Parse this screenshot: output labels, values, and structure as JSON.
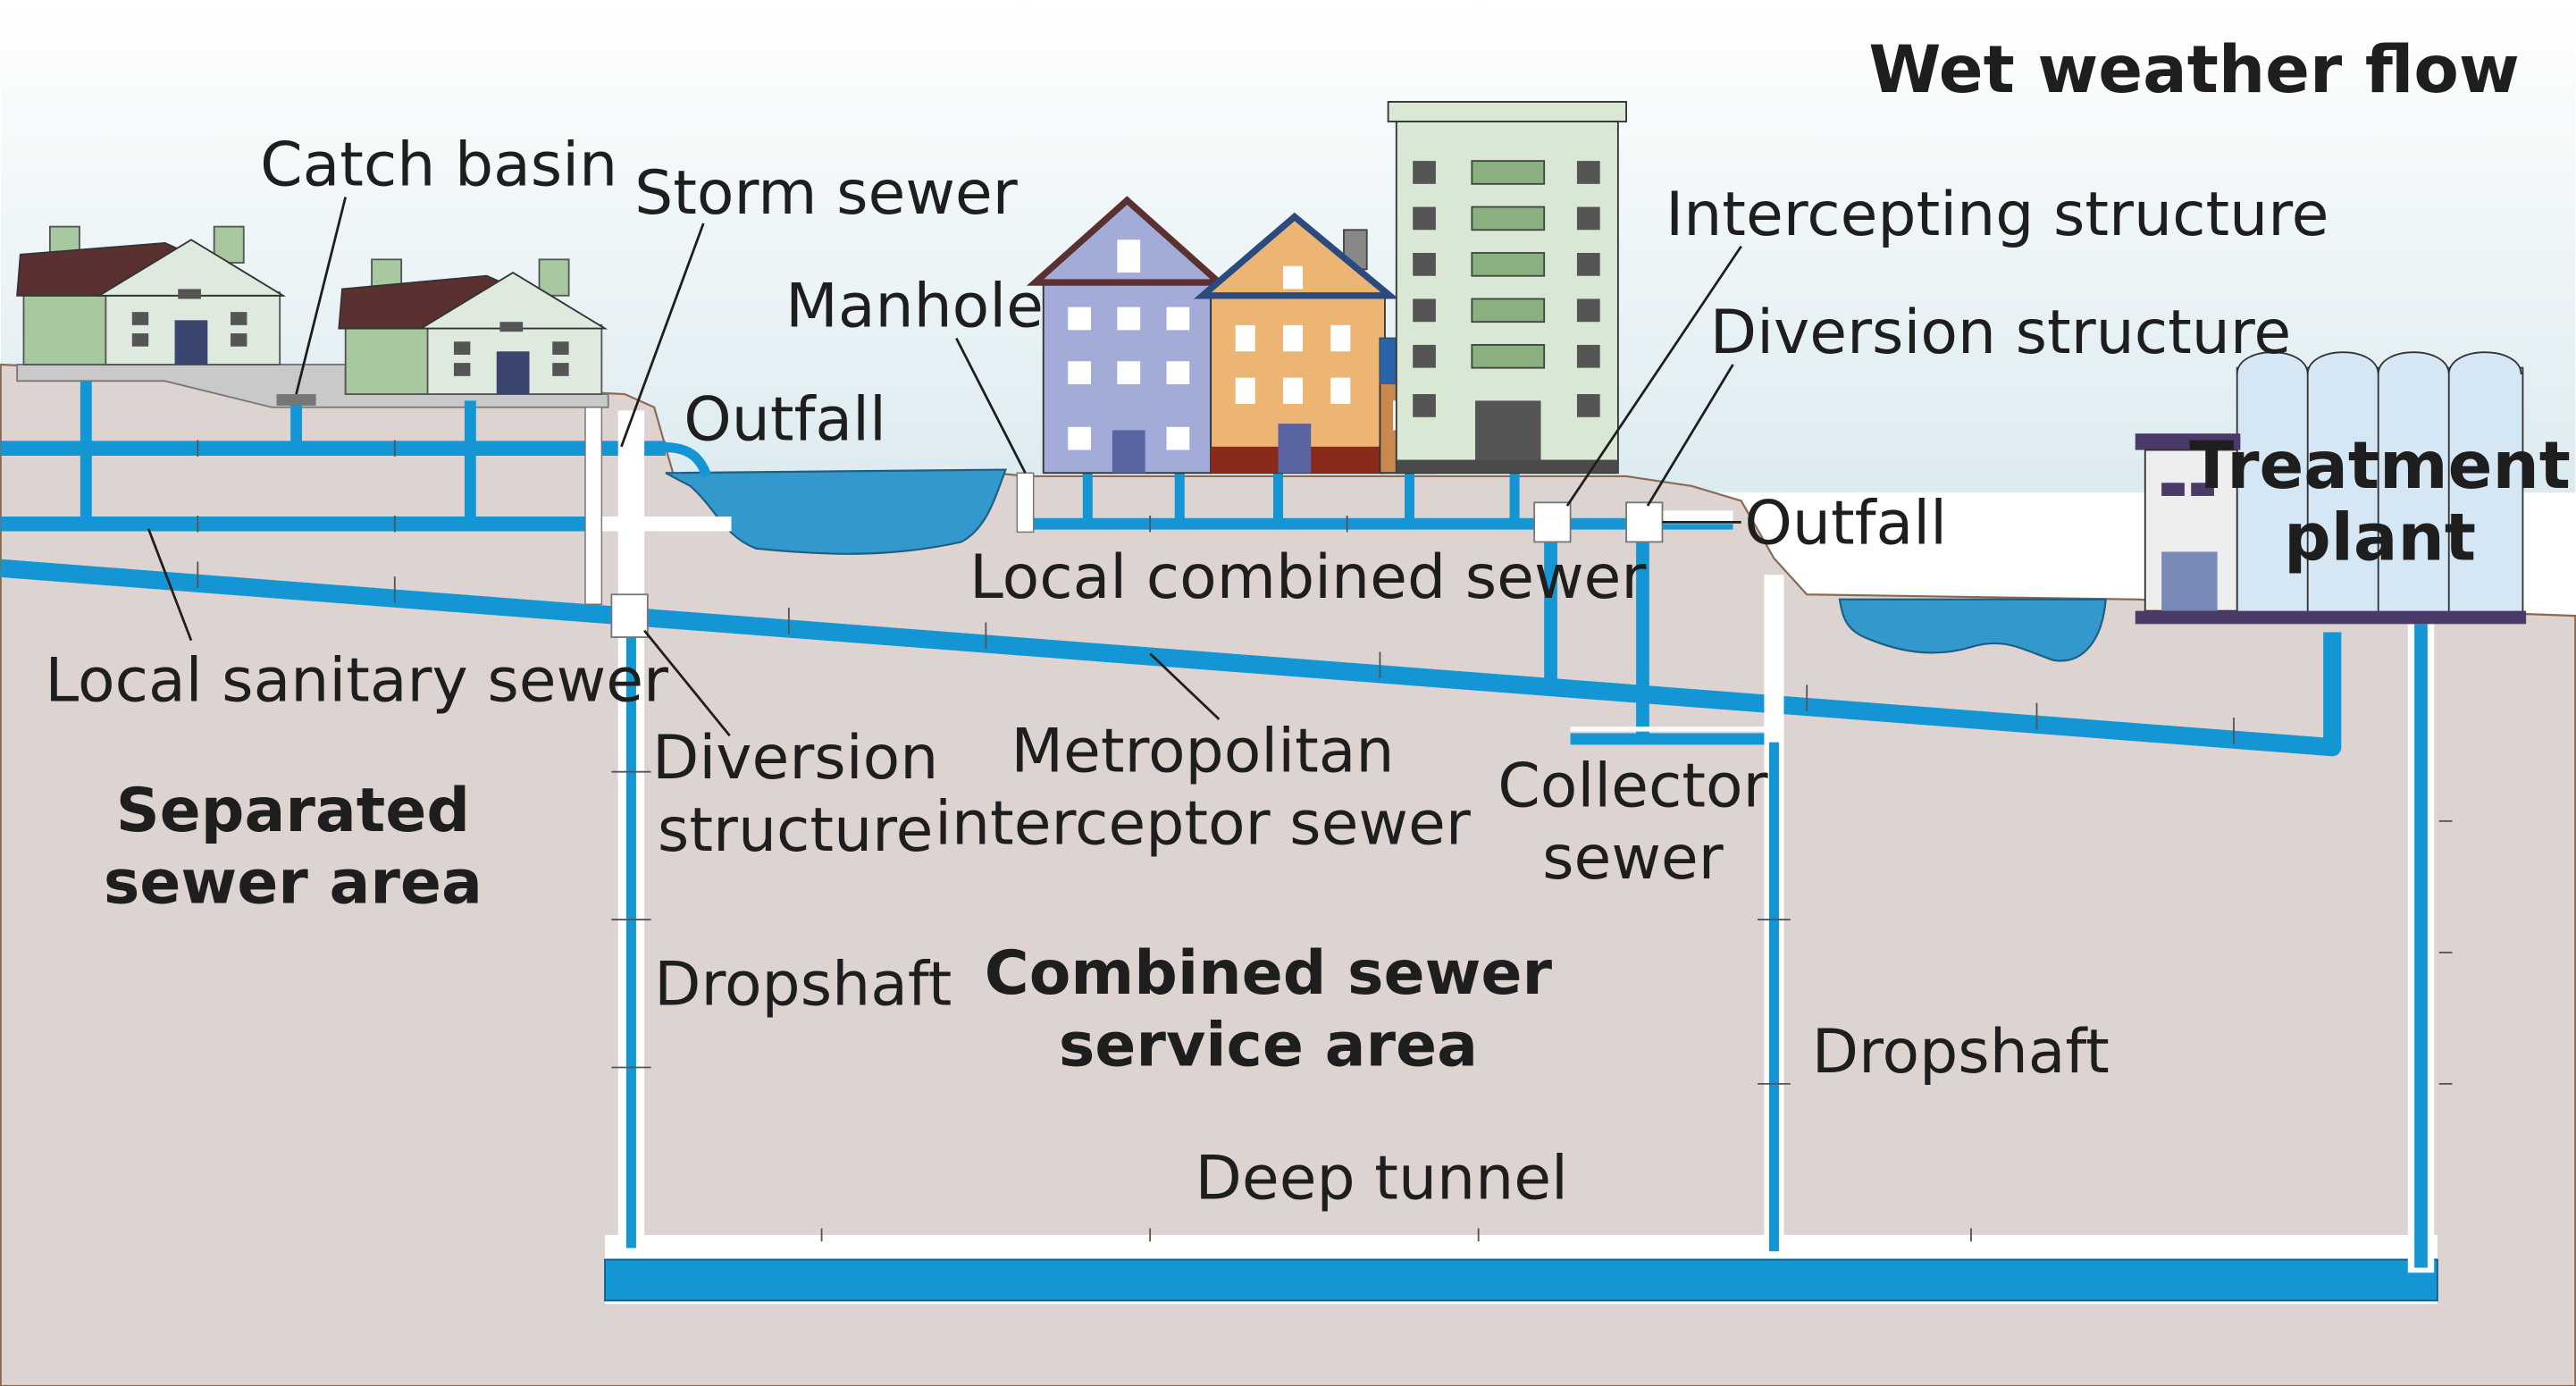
{
  "title": "Wet weather flow",
  "labels": {
    "catch_basin": "Catch basin",
    "storm_sewer": "Storm sewer",
    "manhole": "Manhole",
    "outfall_left": "Outfall",
    "intercepting_structure": "Intercepting structure",
    "diversion_structure_top": "Diversion structure",
    "outfall_right": "Outfall",
    "treatment_plant_1": "Treatment",
    "treatment_plant_2": "plant",
    "local_combined_sewer": "Local combined sewer",
    "local_sanitary_sewer": "Local sanitary sewer",
    "diversion_structure_left_1": "Diversion",
    "diversion_structure_left_2": "structure",
    "metropolitan_interceptor_1": "Metropolitan",
    "metropolitan_interceptor_2": "interceptor sewer",
    "collector_sewer_1": "Collector",
    "collector_sewer_2": "sewer",
    "separated_area_1": "Separated",
    "separated_area_2": "sewer area",
    "dropshaft_left": "Dropshaft",
    "combined_area_1": "Combined sewer",
    "combined_area_2": "service area",
    "dropshaft_right": "Dropshaft",
    "deep_tunnel": "Deep tunnel"
  },
  "colors": {
    "sky": "#e8f2f5",
    "ground": "#ddd4d2",
    "pipe": "#1496d4",
    "pipe_light": "#ffffff",
    "water": "#3399cc",
    "text": "#1e1e1e"
  }
}
